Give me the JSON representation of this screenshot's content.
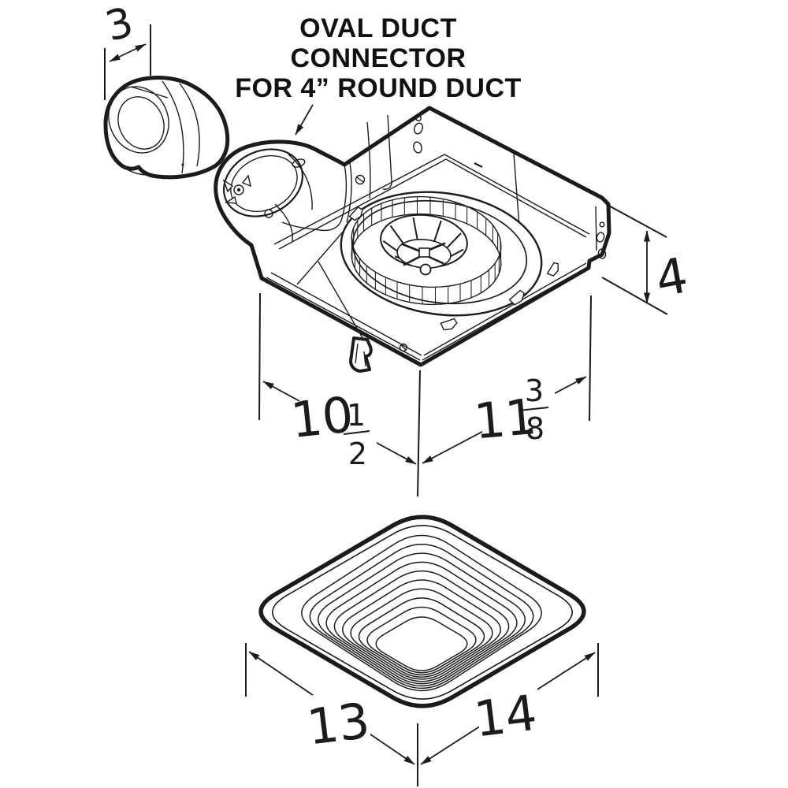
{
  "figure": {
    "kind": "exhaust-fan-parts-technical-drawing",
    "colors": {
      "line": "#1b1b1b",
      "background": "#ffffff"
    },
    "annotation": {
      "lines": [
        "OVAL DUCT",
        "CONNECTOR",
        "FOR 4” ROUND DUCT"
      ]
    },
    "dimensions": {
      "connector_length": {
        "value": "3"
      },
      "housing_height": {
        "value": "4"
      },
      "housing_width": {
        "whole": "10",
        "num": "1",
        "den": "2"
      },
      "housing_depth": {
        "whole": "11",
        "num": "3",
        "den": "8"
      },
      "grille_width": {
        "value": "13"
      },
      "grille_depth": {
        "value": "14"
      }
    }
  }
}
